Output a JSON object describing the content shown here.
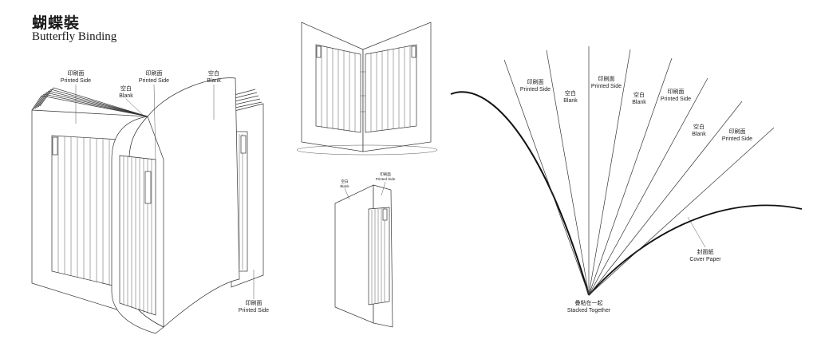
{
  "header": {
    "title_zh": "蝴蝶裝",
    "title_en": "Butterfly Binding"
  },
  "labels": {
    "printed_side_zh": "印刷面",
    "printed_side_en": "Printed Side",
    "blank_zh": "空白",
    "blank_en": "Blank",
    "cover_paper_zh": "封面紙",
    "cover_paper_en": "Cover Paper",
    "stacked_together_zh": "疊粘在一起",
    "stacked_together_en": "Stacked Together"
  },
  "fan_page_sides": [
    "printed",
    "blank",
    "printed",
    "blank",
    "printed",
    "blank",
    "printed"
  ]
}
